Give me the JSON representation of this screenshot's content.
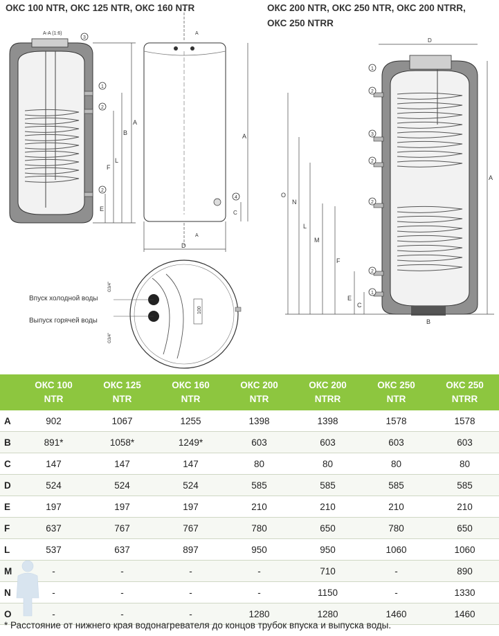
{
  "titles": {
    "left": "ОКС 100 NTR, ОКС 125 NTR, ОКС 160 NTR",
    "right_line1": "ОКС 200 NTR, ОКС 250 NTR, ОКС 200 NTRR,",
    "right_line2": "ОКС 250 NTRR"
  },
  "diagram_labels": {
    "section": "A-A (1:6)",
    "dim_a": "A",
    "dim_b": "B",
    "dim_c": "C",
    "dim_d": "D",
    "dim_e": "E",
    "dim_f": "F",
    "dim_l": "L",
    "dim_m": "M",
    "dim_n": "N",
    "dim_o": "O",
    "marker_1": "1",
    "marker_2": "2",
    "marker_3": "3",
    "marker_4": "4",
    "thread_1": "G3/4\"",
    "thread_2": "G3/4\"",
    "distance_100": "100",
    "cold_inlet": "Впуск холодной воды",
    "hot_outlet": "Выпуск горячей воды"
  },
  "table": {
    "columns": [
      {
        "line1": "ОКС 100",
        "line2": "NTR"
      },
      {
        "line1": "ОКС 125",
        "line2": "NTR"
      },
      {
        "line1": "ОКС 160",
        "line2": "NTR"
      },
      {
        "line1": "ОКС 200",
        "line2": "NTR"
      },
      {
        "line1": "ОКС 200",
        "line2": "NTRR"
      },
      {
        "line1": "ОКС 250",
        "line2": "NTR"
      },
      {
        "line1": "ОКС 250",
        "line2": "NTRR"
      }
    ],
    "rows": [
      {
        "label": "A",
        "values": [
          "902",
          "1067",
          "1255",
          "1398",
          "1398",
          "1578",
          "1578"
        ]
      },
      {
        "label": "B",
        "values": [
          "891*",
          "1058*",
          "1249*",
          "603",
          "603",
          "603",
          "603"
        ]
      },
      {
        "label": "C",
        "values": [
          "147",
          "147",
          "147",
          "80",
          "80",
          "80",
          "80"
        ]
      },
      {
        "label": "D",
        "values": [
          "524",
          "524",
          "524",
          "585",
          "585",
          "585",
          "585"
        ]
      },
      {
        "label": "E",
        "values": [
          "197",
          "197",
          "197",
          "210",
          "210",
          "210",
          "210"
        ]
      },
      {
        "label": "F",
        "values": [
          "637",
          "767",
          "767",
          "780",
          "650",
          "780",
          "650"
        ]
      },
      {
        "label": "L",
        "values": [
          "537",
          "637",
          "897",
          "950",
          "950",
          "1060",
          "1060"
        ]
      },
      {
        "label": "M",
        "values": [
          "-",
          "-",
          "-",
          "-",
          "710",
          "-",
          "890"
        ]
      },
      {
        "label": "N",
        "values": [
          "-",
          "-",
          "-",
          "-",
          "1150",
          "-",
          "1330"
        ]
      },
      {
        "label": "O",
        "values": [
          "-",
          "-",
          "-",
          "1280",
          "1280",
          "1460",
          "1460"
        ]
      }
    ]
  },
  "footnote": "* Расстояние от нижнего края водонагревателя до концов трубок впуска и выпуска воды.",
  "colors": {
    "header_green": "#8dc63f",
    "insulation": "#8a8a8a",
    "line": "#333333"
  }
}
